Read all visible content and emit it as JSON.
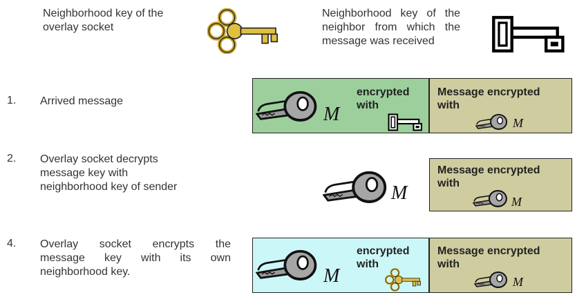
{
  "legend": {
    "overlay_key_text_1": "Neighborhood key of the",
    "overlay_key_text_2": "overlay socket",
    "neighbor_key_text_1": "Neighborhood key of the",
    "neighbor_key_text_2": "neighbor from which the",
    "neighbor_key_text_3": "message was received"
  },
  "steps": [
    {
      "number": "1.",
      "lines": [
        "Arrived message"
      ]
    },
    {
      "number": "2.",
      "lines": [
        "Overlay socket decrypts",
        "message key with",
        "neighborhood key of sender"
      ]
    },
    {
      "number": "4.",
      "lines": [
        "Overlay socket encrypts the",
        "message key with its own",
        "neighborhood key."
      ]
    }
  ],
  "labels": {
    "encrypted": "encrypted",
    "with": "with",
    "message_encrypted": "Message encrypted",
    "m": "M"
  },
  "colors": {
    "green_box": "#9ccf9c",
    "tan_box": "#cfcc9f",
    "cyan_box": "#ccf7f8",
    "gold_key": "#e0c040"
  },
  "icons": [
    "gold-ornate-key-icon",
    "black-square-key-icon",
    "gray-message-key-icon"
  ]
}
